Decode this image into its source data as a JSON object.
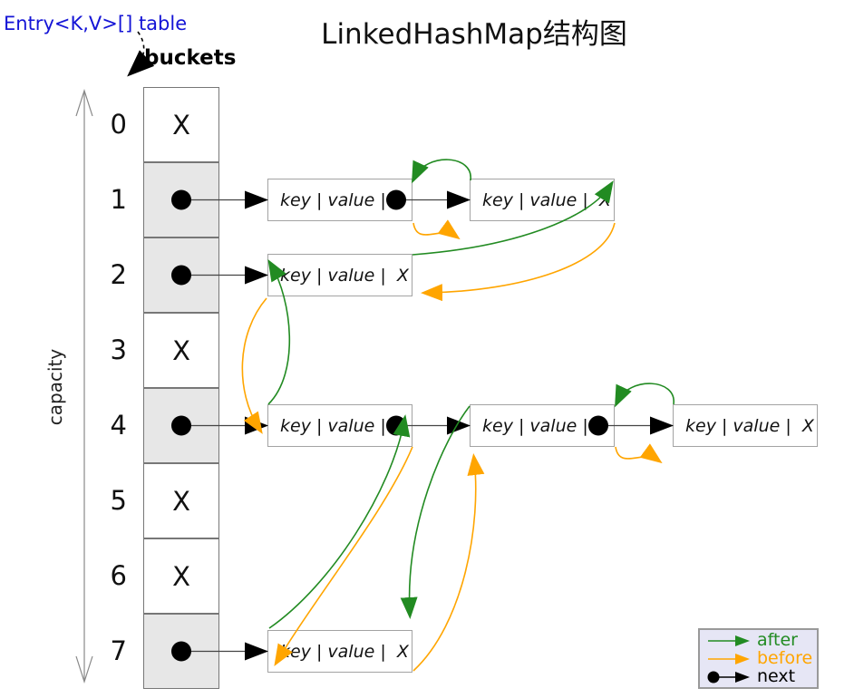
{
  "title": "LinkedHashMap结构图",
  "labels": {
    "array_ref": "Entry<K,V>[] table",
    "buckets": "buckets",
    "capacity": "capacity"
  },
  "array": {
    "cells": [
      {
        "index": "0",
        "occupied": false,
        "mark": "X"
      },
      {
        "index": "1",
        "occupied": true,
        "mark": ""
      },
      {
        "index": "2",
        "occupied": true,
        "mark": ""
      },
      {
        "index": "3",
        "occupied": false,
        "mark": "X"
      },
      {
        "index": "4",
        "occupied": true,
        "mark": ""
      },
      {
        "index": "5",
        "occupied": false,
        "mark": "X"
      },
      {
        "index": "6",
        "occupied": false,
        "mark": "X"
      },
      {
        "index": "7",
        "occupied": true,
        "mark": ""
      }
    ]
  },
  "nodes": [
    {
      "id": "node-1a",
      "bucket": "1",
      "text": "key | value |",
      "next": "dot"
    },
    {
      "id": "node-1b",
      "bucket": "1",
      "text": "key | value |  X",
      "next": "null"
    },
    {
      "id": "node-2a",
      "bucket": "2",
      "text": "key | value |  X",
      "next": "null"
    },
    {
      "id": "node-4a",
      "bucket": "4",
      "text": "key | value |",
      "next": "dot"
    },
    {
      "id": "node-4b",
      "bucket": "4",
      "text": "key | value |",
      "next": "dot"
    },
    {
      "id": "node-4c",
      "bucket": "4",
      "text": "key | value |  X",
      "next": "null"
    },
    {
      "id": "node-7a",
      "bucket": "7",
      "text": "key | value |  X",
      "next": "null"
    }
  ],
  "links": {
    "next": [
      "bucket1→node-1a",
      "node-1a→node-1b",
      "bucket2→node-2a",
      "bucket4→node-4a",
      "node-4a→node-4b",
      "node-4b→node-4c",
      "bucket7→node-7a"
    ],
    "after": [
      "node-1b→node-1a",
      "node-2a→node-1b",
      "node-4a→node-2a",
      "node-7a→node-4a",
      "node-4b→node-7a",
      "node-4c→node-4b"
    ],
    "before": [
      "node-1a→node-1b",
      "node-1b→node-2a",
      "node-2a→node-4a",
      "node-4a→node-7a",
      "node-7a→node-4b",
      "node-4b→node-4c"
    ]
  },
  "legend": {
    "items": [
      {
        "label": "after",
        "color": "#228B22"
      },
      {
        "label": "before",
        "color": "#FFA500"
      },
      {
        "label": "next",
        "color": "#000000"
      }
    ]
  },
  "colors": {
    "after": "#228B22",
    "before": "#FFA500",
    "next": "#000000",
    "array_ref_text": "#1414d6",
    "bucket_fill": "#e7e7e7",
    "legend_bg": "#e6e6f5"
  }
}
